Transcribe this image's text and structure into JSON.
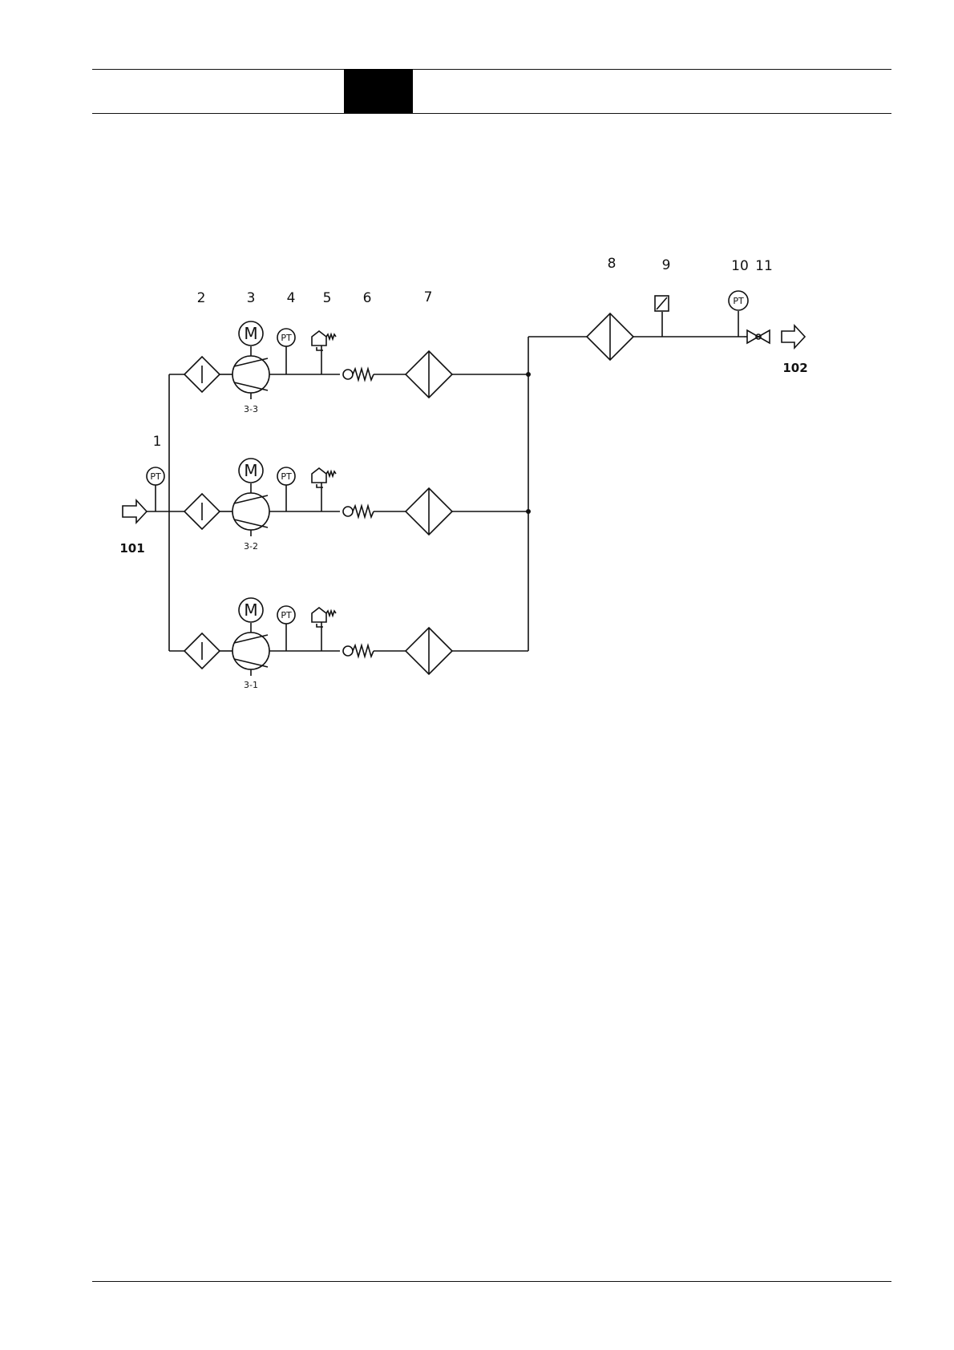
{
  "header": {
    "block": ""
  },
  "labels": {
    "n1": "1",
    "n2": "2",
    "n3": "3",
    "n4": "4",
    "n5": "5",
    "n6": "6",
    "n7": "7",
    "n8": "8",
    "n9": "9",
    "n10": "10",
    "n11": "11",
    "inlet": "101",
    "outlet": "102",
    "pump_top": "3-3",
    "pump_mid": "3-2",
    "pump_bot": "3-1"
  },
  "symbols": {
    "pressure_transmitter": "PT",
    "motor": "M"
  },
  "colors": {
    "line": "#111111",
    "header_block": "#000000"
  }
}
